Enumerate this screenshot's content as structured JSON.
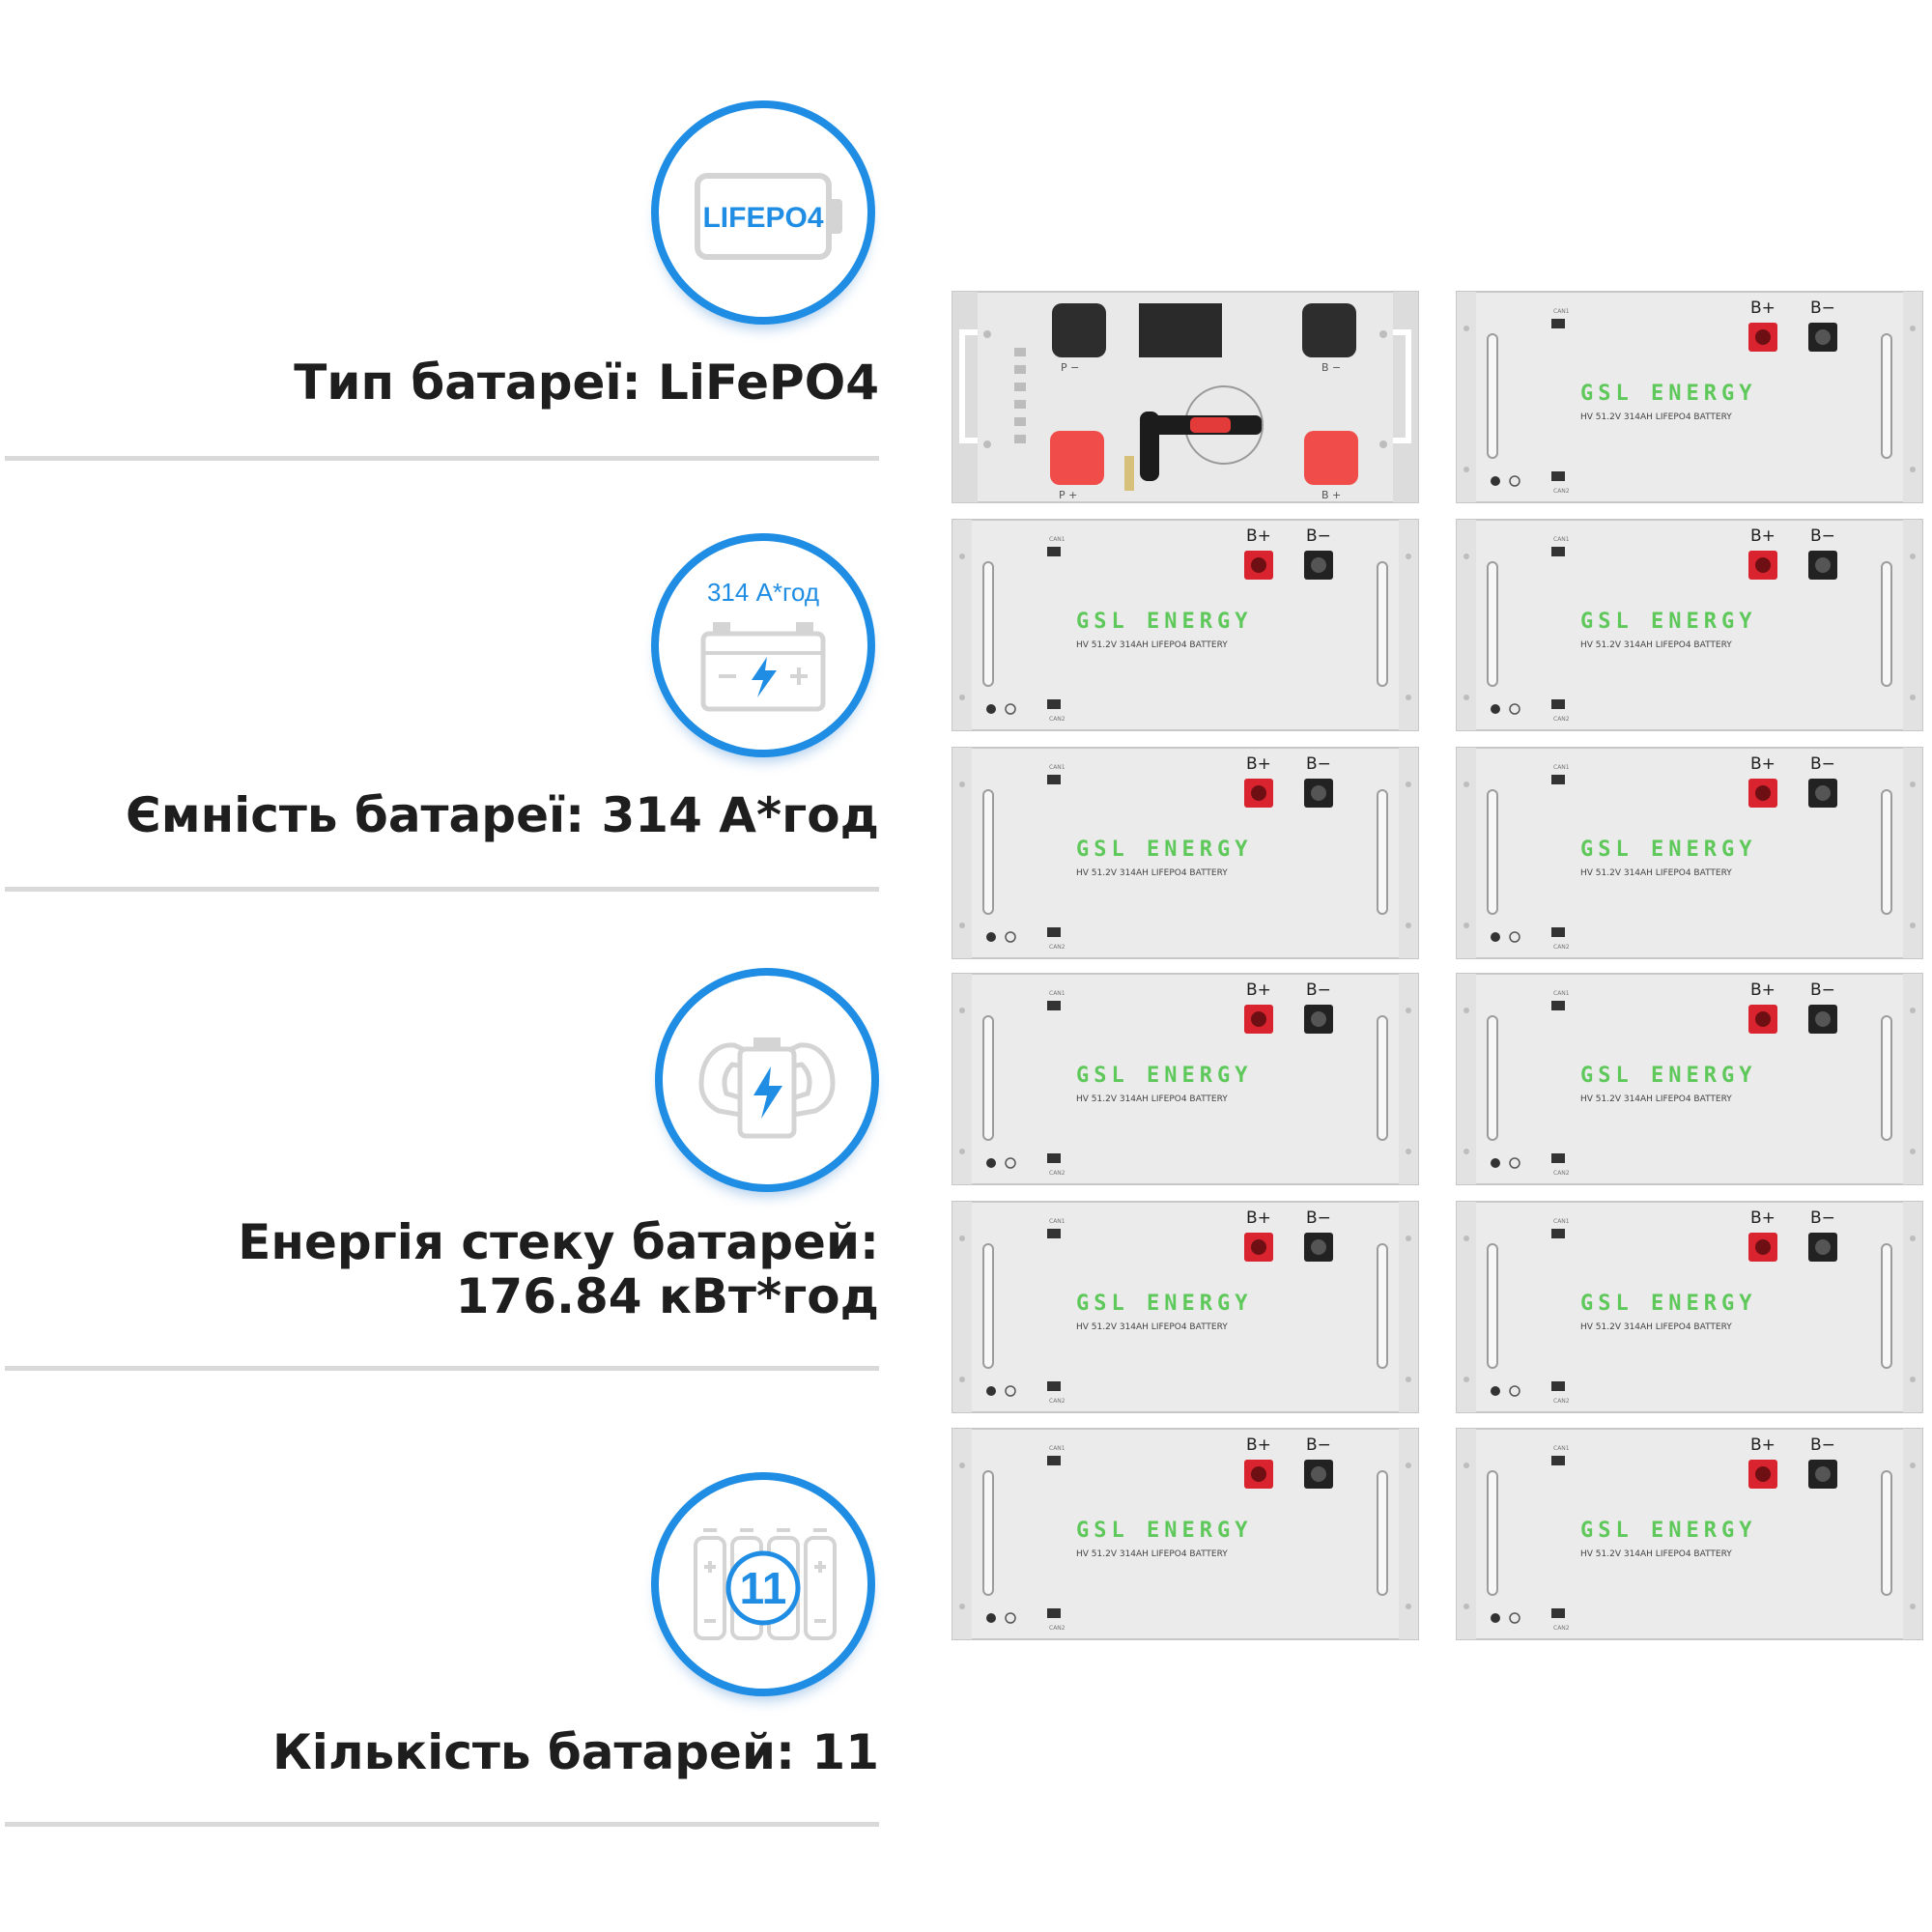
{
  "specs": [
    {
      "label": "Тип батареї: LiFePO4",
      "icon": "lifepo4-battery-icon",
      "icon_text": "LIFEPO4"
    },
    {
      "label": "Ємність батареї: 314 А*год",
      "icon": "battery-capacity-icon",
      "icon_text": "314 А*год"
    },
    {
      "label_line1": "Енергія стеку батарей:",
      "label_line2": "176.84 кВт*год",
      "icon": "strong-battery-icon"
    },
    {
      "label": "Кількість батарей: 11",
      "icon": "battery-count-icon",
      "icon_text": "11"
    }
  ],
  "controller": {
    "p_minus": "P −",
    "b_minus": "B −",
    "p_plus": "P +",
    "b_plus": "B +"
  },
  "battery_module": {
    "brand": "GSL ENERGY",
    "model": "HV 51.2V 314AH LIFEPO4 BATTERY",
    "b_plus": "B+",
    "b_minus": "B−",
    "port_top": "CAN1",
    "port_bottom": "CAN2"
  },
  "colors": {
    "accent_blue": "#1f8de4",
    "brand_green": "#5ec85a",
    "terminal_red": "#d9232e",
    "switch_red": "#f0524f"
  }
}
